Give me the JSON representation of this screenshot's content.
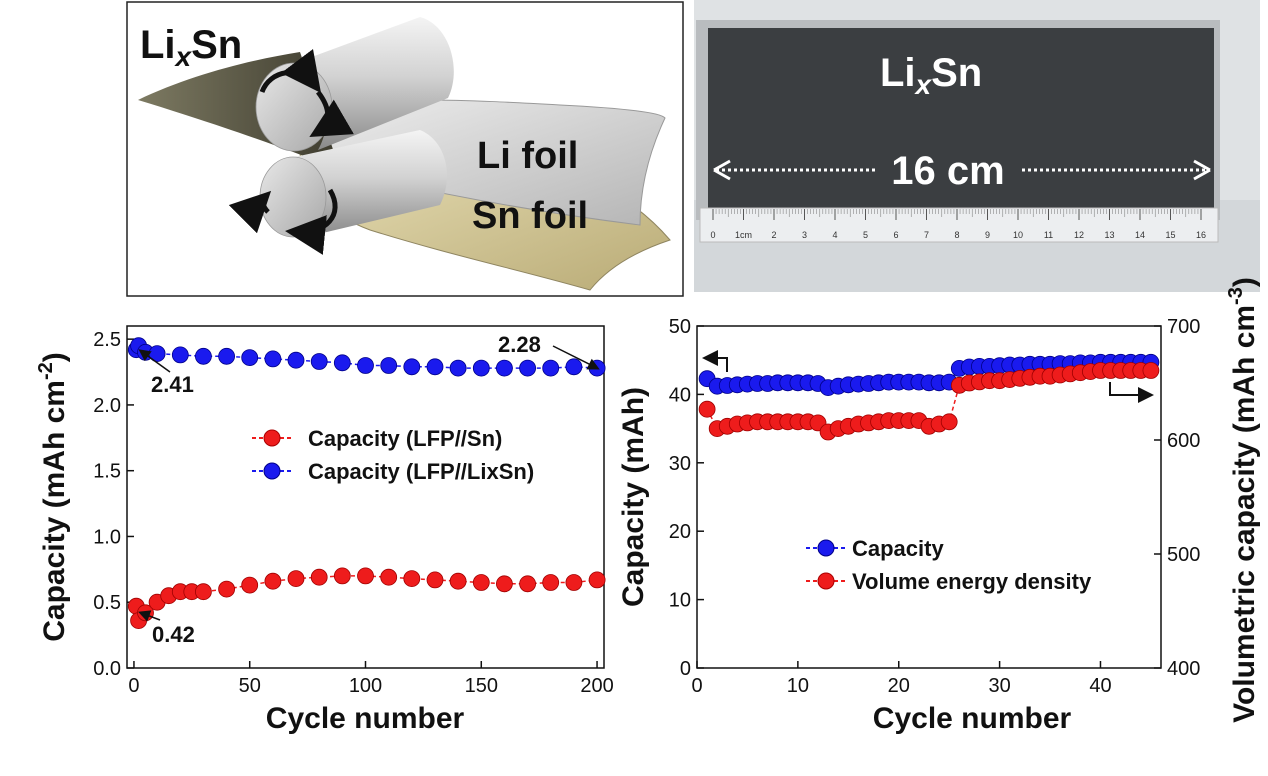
{
  "colors": {
    "red": "#ee1c1c",
    "blue": "#1a1aee",
    "sn_foil": "#cfc39a",
    "li_foil": "#cfcfcf"
  },
  "schematic": {
    "label_lixsn_main": "Li",
    "label_lixsn_sub": "x",
    "label_lixsn_tail": "Sn",
    "label_li_foil": "Li foil",
    "label_sn_foil": "Sn foil",
    "icons": [
      "top-roller",
      "bottom-roller",
      "rotation-arrow"
    ]
  },
  "photo": {
    "label_lixsn_main": "Li",
    "label_lixsn_sub": "x",
    "label_lixsn_tail": "Sn",
    "dimension_label": "16 cm",
    "ruler_ticks": [
      "0",
      "1cm",
      "2",
      "3",
      "4",
      "5",
      "6",
      "7",
      "8",
      "9",
      "10",
      "11",
      "12",
      "13",
      "14",
      "15",
      "16"
    ]
  },
  "chart_data": [
    {
      "type": "scatter",
      "xlabel": "Cycle number",
      "ylabel_main": "Capacity (mAh cm",
      "ylabel_sup": "-2",
      "ylabel_tail": ")",
      "xlim": [
        -3,
        203
      ],
      "ylim": [
        0.0,
        2.6
      ],
      "xticks": [
        0,
        50,
        100,
        150,
        200
      ],
      "yticks": [
        0.0,
        0.5,
        1.0,
        1.5,
        2.0,
        2.5
      ],
      "legend_position": "center",
      "series": [
        {
          "name": "Capacity (LFP//Sn)",
          "color": "#ee1c1c",
          "x": [
            1,
            2,
            5,
            10,
            15,
            20,
            25,
            30,
            40,
            50,
            60,
            70,
            80,
            90,
            100,
            110,
            120,
            130,
            140,
            150,
            160,
            170,
            180,
            190,
            200
          ],
          "y": [
            0.47,
            0.36,
            0.42,
            0.5,
            0.55,
            0.58,
            0.58,
            0.58,
            0.6,
            0.63,
            0.66,
            0.68,
            0.69,
            0.7,
            0.7,
            0.69,
            0.68,
            0.67,
            0.66,
            0.65,
            0.64,
            0.64,
            0.65,
            0.65,
            0.67
          ]
        },
        {
          "name": "Capacity (LFP//LixSn)",
          "color": "#1a1aee",
          "x": [
            1,
            2,
            5,
            10,
            20,
            30,
            40,
            50,
            60,
            70,
            80,
            90,
            100,
            110,
            120,
            130,
            140,
            150,
            160,
            170,
            180,
            190,
            200
          ],
          "y": [
            2.42,
            2.45,
            2.4,
            2.39,
            2.38,
            2.37,
            2.37,
            2.36,
            2.35,
            2.34,
            2.33,
            2.32,
            2.3,
            2.3,
            2.29,
            2.29,
            2.28,
            2.28,
            2.28,
            2.28,
            2.28,
            2.29,
            2.28
          ]
        }
      ],
      "annotations": [
        {
          "text": "2.41",
          "x": 3,
          "y": 2.41
        },
        {
          "text": "2.28",
          "x": 200,
          "y": 2.28
        },
        {
          "text": "0.42",
          "x": 3,
          "y": 0.42
        }
      ]
    },
    {
      "type": "scatter",
      "xlabel": "Cycle number",
      "ylabel": "Capacity (mAh)",
      "y2label_main": "Volumetric capacity (mAh cm",
      "y2label_sup": "-3",
      "y2label_tail": ")",
      "xlim": [
        0,
        46
      ],
      "ylim": [
        0,
        50
      ],
      "y2lim": [
        400,
        700
      ],
      "xticks": [
        0,
        10,
        20,
        30,
        40
      ],
      "yticks": [
        0,
        10,
        20,
        30,
        40,
        50
      ],
      "y2ticks": [
        400,
        500,
        600,
        700
      ],
      "legend_position": "lower-right",
      "series": [
        {
          "name": "Capacity",
          "axis": "left",
          "color": "#1a1aee",
          "x": [
            1,
            2,
            3,
            4,
            5,
            6,
            7,
            8,
            9,
            10,
            11,
            12,
            13,
            14,
            15,
            16,
            17,
            18,
            19,
            20,
            21,
            22,
            23,
            24,
            25,
            26,
            27,
            28,
            29,
            30,
            31,
            32,
            33,
            34,
            35,
            36,
            37,
            38,
            39,
            40,
            41,
            42,
            43,
            44,
            45
          ],
          "y": [
            42.3,
            41.2,
            41.3,
            41.4,
            41.5,
            41.6,
            41.6,
            41.7,
            41.7,
            41.7,
            41.7,
            41.6,
            41.0,
            41.2,
            41.4,
            41.5,
            41.6,
            41.7,
            41.8,
            41.8,
            41.8,
            41.8,
            41.7,
            41.7,
            41.8,
            43.8,
            44.0,
            44.1,
            44.1,
            44.2,
            44.3,
            44.3,
            44.4,
            44.4,
            44.4,
            44.5,
            44.5,
            44.6,
            44.6,
            44.7,
            44.7,
            44.7,
            44.7,
            44.7,
            44.7
          ]
        },
        {
          "name": "Volume energy density",
          "axis": "right",
          "color": "#ee1c1c",
          "x": [
            1,
            2,
            3,
            4,
            5,
            6,
            7,
            8,
            9,
            10,
            11,
            12,
            13,
            14,
            15,
            16,
            17,
            18,
            19,
            20,
            21,
            22,
            23,
            24,
            25,
            26,
            27,
            28,
            29,
            30,
            31,
            32,
            33,
            34,
            35,
            36,
            37,
            38,
            39,
            40,
            41,
            42,
            43,
            44,
            45
          ],
          "y": [
            627,
            610,
            612,
            614,
            615,
            616,
            616,
            616,
            616,
            616,
            616,
            615,
            607,
            610,
            612,
            614,
            615,
            616,
            617,
            617,
            617,
            617,
            612,
            614,
            616,
            648,
            650,
            651,
            652,
            652,
            653,
            654,
            655,
            656,
            656,
            657,
            658,
            659,
            660,
            661,
            661,
            661,
            661,
            661,
            661
          ]
        }
      ]
    }
  ]
}
